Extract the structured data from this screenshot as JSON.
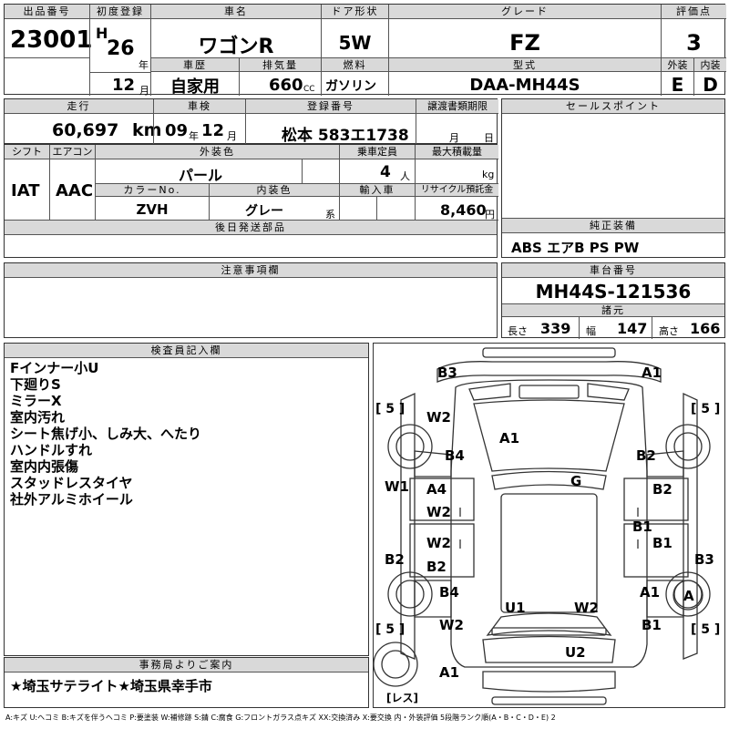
{
  "header": {
    "lot_label": "出品番号",
    "lot_number": "23001",
    "first_reg_label": "初度登録",
    "era": "H",
    "year": "26",
    "year_unit": "年",
    "month": "12",
    "month_unit": "月",
    "car_name_label": "車名",
    "car_name": "ワゴンR",
    "door_label": "ドア形状",
    "door": "5W",
    "grade_label": "グレード",
    "grade": "FZ",
    "score_label": "評価点",
    "score": "3",
    "history_label": "車歴",
    "history": "自家用",
    "displacement_label": "排気量",
    "displacement": "660",
    "displacement_unit": "CC",
    "fuel_label": "燃料",
    "fuel": "ガソリン",
    "model_label": "型式",
    "model": "DAA-MH44S",
    "exterior_label": "外装",
    "exterior_grade": "E",
    "interior_label": "内装",
    "interior_grade": "D"
  },
  "row2": {
    "mileage_label": "走行",
    "mileage": "60,697",
    "mileage_unit": "km",
    "inspection_label": "車検",
    "insp_year": "09",
    "insp_year_unit": "年",
    "insp_month": "12",
    "insp_month_unit": "月",
    "plate_label": "登録番号",
    "plate": "松本 583エ1738",
    "transfer_label": "譲渡書類期限",
    "transfer_month_unit": "月",
    "transfer_day_unit": "日",
    "sales_label": "セールスポイント"
  },
  "row3": {
    "shift_label": "シフト",
    "shift": "IAT",
    "ac_label": "エアコン",
    "ac": "AAC",
    "color_label": "外装色",
    "color": "パール",
    "capacity_label": "乗車定員",
    "capacity": "4",
    "capacity_unit": "人",
    "loadcap_label": "最大積載量",
    "loadcap_unit": "kg",
    "color_no_label": "カラーNo.",
    "color_no": "ZVH",
    "interior_color_label": "内装色",
    "interior_color": "グレー",
    "interior_color_unit": "系",
    "import_label": "輸入車",
    "recycle_label": "リサイクル預託金",
    "recycle": "8,460",
    "recycle_unit": "円",
    "later_parts_label": "後日発送部品",
    "equipment_label": "純正装備",
    "equipment": "ABS エアB PS PW"
  },
  "row4": {
    "notes_label": "注意事項欄",
    "chassis_label": "車台番号",
    "chassis": "MH44S-121536",
    "dims_label": "諸元",
    "length_label": "長さ",
    "length": "339",
    "width_label": "幅",
    "width": "147",
    "height_label": "高さ",
    "height": "166"
  },
  "inspector": {
    "label": "検査員記入欄",
    "lines": [
      "Fインナー小U",
      "下廻りS",
      "ミラーX",
      "室内汚れ",
      "シート焦げ小、しみ大、へたり",
      "ハンドルすれ",
      "室内内張傷",
      "スタッドレスタイヤ",
      "社外アルミホイール"
    ]
  },
  "office": {
    "label": "事務局よりご案内",
    "text": "★埼玉サテライト★埼玉県幸手市"
  },
  "diagram": {
    "tire_marks": [
      "[ 5 ]",
      "[ 5 ]",
      "[ 5 ]",
      "[ 5 ]"
    ],
    "spare_label": "[レス]",
    "spare_mark": "A1",
    "marks": {
      "front_bumper_left": "B3",
      "front_bumper_right": "A1",
      "fender_left": "W2",
      "hood": "A1",
      "front_door_area_left": "B4",
      "fender_right": "B2",
      "roof": "G",
      "left_side": "W1",
      "front_door_left_1": "A4",
      "front_door_left_2": "W2",
      "front_door_right": "B2",
      "pillar_right": "B1",
      "rear_door_left_1": "W2",
      "rear_door_left_2": "B2",
      "rear_door_right": "B1",
      "rocker_left": "B2",
      "rocker_right": "B3",
      "quarter_left": "B4",
      "quarter_right": "A1",
      "wheel_right": "A",
      "rear_quarter_left": "W2",
      "rear_quarter_right": "B1",
      "back_door_left": "U1",
      "back_door_right": "W2",
      "rear_bumper": "U2"
    }
  },
  "legend": "A:キズ U:ヘコミ B:キズを伴うヘコミ P:要塗装 W:補修跡 S:錆 C:腐食 G:フロントガラス点キズ XX:交換済み X:要交換 内・外装評価 5段階ランク順(A・B・C・D・E) 2"
}
